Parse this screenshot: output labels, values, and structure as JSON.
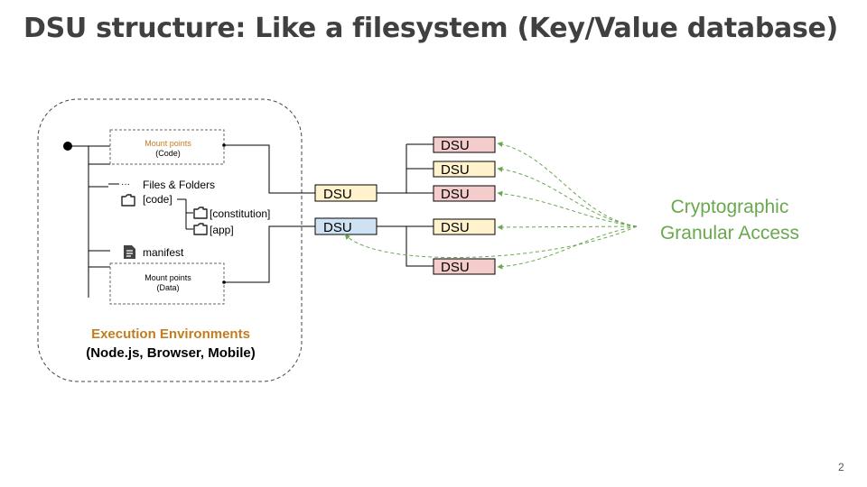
{
  "slide": {
    "title": "DSU structure: Like a filesystem (Key/Value database)",
    "number": "2"
  },
  "container": {
    "env_title": "Execution Environments",
    "env_subtitle": "(Node.js, Browser, Mobile)",
    "mount_code": {
      "title": "Mount points",
      "sub": "(Code)"
    },
    "mount_data": {
      "title": "Mount points",
      "sub": "(Data)"
    },
    "files_folders": "Files & Folders",
    "ellipsis": "···",
    "folder_code": "[code]",
    "folder_constitution": "[constitution]",
    "folder_app": "[app]",
    "manifest": "manifest"
  },
  "dsu_label": "DSU",
  "dsus": {
    "mid_top": "DSU",
    "mid_bottom": "DSU",
    "r1": "DSU",
    "r2": "DSU",
    "r3": "DSU",
    "r4": "DSU",
    "r5": "DSU"
  },
  "access": {
    "line1": "Cryptographic",
    "line2": "Granular Access"
  },
  "colors": {
    "pink": "#f4cccc",
    "yellow": "#fff2cc",
    "blue": "#cfe2f3",
    "orange": "#c27d1f",
    "green": "#6aa84f"
  },
  "icons": [
    "folder-icon",
    "document-icon",
    "arrowhead-icon"
  ]
}
